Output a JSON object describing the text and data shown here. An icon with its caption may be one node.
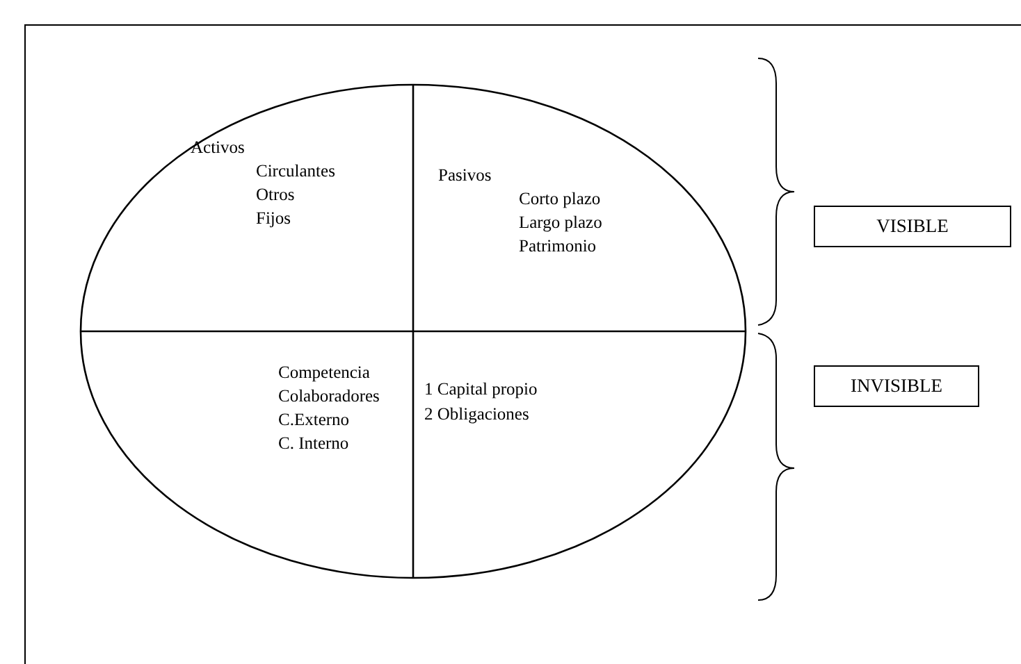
{
  "diagram": {
    "nodes": [
      {
        "text": [],
        "shape": "ellipse"
      },
      {
        "text": [
          "Activos",
          "Circulantes",
          "Otros",
          "Fijos"
        ],
        "in": 0
      },
      {
        "text": [
          "Pasivos",
          "Corto plazo",
          "Largo plazo",
          "Patrimonio"
        ],
        "in": 0
      },
      {
        "text": [
          "Competencia",
          "Colaboradores",
          "C.Externo",
          "C. Interno"
        ],
        "in": 0
      },
      {
        "text": [
          "1 Capital propio",
          "2 Obligaciones"
        ],
        "in": 0
      },
      {
        "text": [
          "VISIBLE"
        ]
      },
      {
        "text": [
          "INVISIBLE"
        ]
      }
    ],
    "edges": []
  }
}
